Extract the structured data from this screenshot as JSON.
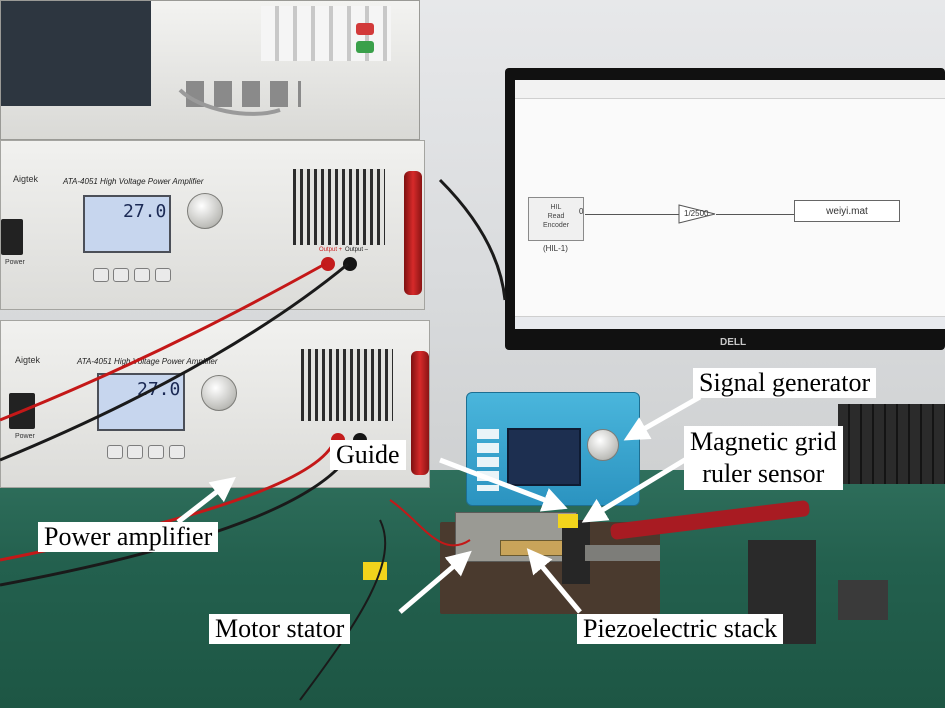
{
  "labels": {
    "signal_generator": "Signal generator",
    "magnetic_grid_line1": "Magnetic grid",
    "magnetic_grid_line2": "ruler sensor",
    "guide": "Guide",
    "power_amplifier": "Power amplifier",
    "motor_stator": "Motor stator",
    "piezoelectric_stack": "Piezoelectric stack"
  },
  "amplifier": {
    "brand": "Aigtek",
    "model": "ATA-4051  High Voltage Power Amplifier",
    "lcd_value": "27.0",
    "power_label": "Power",
    "output_plus": "Output +",
    "output_minus": "Output –"
  },
  "simulink": {
    "encoder_block_line1": "HIL",
    "encoder_block_line2": "Read",
    "encoder_block_line3": "Encoder",
    "encoder_caption": "(HIL-1)",
    "encoder_port": "0",
    "gain_label": "1/2500",
    "sink_label": "weiyi.mat"
  },
  "monitor_brand": "DELL",
  "colors": {
    "arrow": "#ffffff",
    "label_bg": "#ffffff",
    "bench": "#23604e",
    "amp_handle": "#c62222",
    "siggen_body": "#3aa8d3"
  }
}
